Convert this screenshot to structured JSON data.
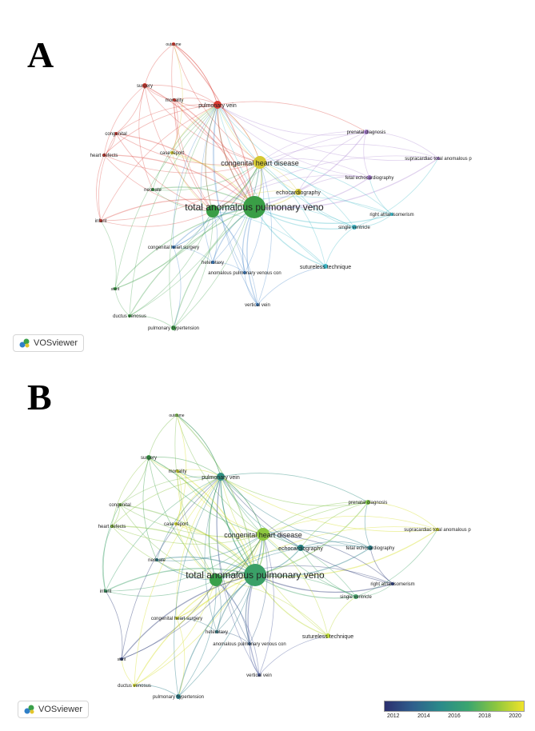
{
  "panels": [
    {
      "letter": "A",
      "logo": "VOSviewer",
      "nodes": [
        {
          "id": "tapv",
          "label": "total anomalous pulmonary veno",
          "size": 14,
          "color": "#3a9e46",
          "tcolor": "#3aa067"
        },
        {
          "id": "chd",
          "label": "congenital heart disease",
          "size": 8,
          "color": "#d4c832",
          "tcolor": "#8cc63f"
        },
        {
          "id": "pv",
          "label": "pulmonary vein",
          "size": 5,
          "color": "#d93a30",
          "tcolor": "#2f8f80"
        },
        {
          "id": "echo",
          "label": "echocardiography",
          "size": 4,
          "color": "#d4c832",
          "tcolor": "#2a8a8a"
        },
        {
          "id": "prenatal",
          "label": "prenatal diagnosis",
          "size": 3,
          "color": "#a77fcf",
          "tcolor": "#7cc443"
        },
        {
          "id": "supra",
          "label": "supracardiac total anomalous p",
          "size": 2,
          "color": "#a77fcf",
          "tcolor": "#d8df2e"
        },
        {
          "id": "fetal",
          "label": "fetal echocardiography",
          "size": 3,
          "color": "#a77fcf",
          "tcolor": "#2a7f8a"
        },
        {
          "id": "ria",
          "label": "right atrial isomerism",
          "size": 2,
          "color": "#3ab7c7",
          "tcolor": "#2f3f7a"
        },
        {
          "id": "sv",
          "label": "single ventricle",
          "size": 3,
          "color": "#3ab7c7",
          "tcolor": "#4aa86e"
        },
        {
          "id": "sutureless",
          "label": "sutureless technique",
          "size": 3,
          "color": "#3ab7c7",
          "tcolor": "#bcd93a"
        },
        {
          "id": "outcome",
          "label": "outcome",
          "size": 2,
          "color": "#d93a30",
          "tcolor": "#7fbf52"
        },
        {
          "id": "surgery",
          "label": "surgery",
          "size": 3,
          "color": "#d93a30",
          "tcolor": "#3aa04a"
        },
        {
          "id": "mortality",
          "label": "mortality",
          "size": 2,
          "color": "#d93a30",
          "tcolor": "#d8df2e"
        },
        {
          "id": "congenital",
          "label": "congenital",
          "size": 2,
          "color": "#d93a30",
          "tcolor": "#7fbf52"
        },
        {
          "id": "heartdef",
          "label": "heart defects",
          "size": 2,
          "color": "#d93a30",
          "tcolor": "#8cc63f"
        },
        {
          "id": "casereport",
          "label": "case report",
          "size": 2,
          "color": "#d4c832",
          "tcolor": "#d8df2e"
        },
        {
          "id": "neonate",
          "label": "neonate",
          "size": 2,
          "color": "#3a9e46",
          "tcolor": "#2a7f8a"
        },
        {
          "id": "infant",
          "label": "infant",
          "size": 2,
          "color": "#d93a30",
          "tcolor": "#3aa067"
        },
        {
          "id": "chs",
          "label": "congenital heart surgery",
          "size": 2,
          "color": "#3a7fc7",
          "tcolor": "#d8df2e"
        },
        {
          "id": "heterotaxy",
          "label": "heterotaxy",
          "size": 2,
          "color": "#3a7fc7",
          "tcolor": "#3a7f8a"
        },
        {
          "id": "apvc",
          "label": "anomalous pulmonary venous con",
          "size": 2,
          "color": "#3a7fc7",
          "tcolor": "#3a5f8a"
        },
        {
          "id": "stent",
          "label": "stent",
          "size": 2,
          "color": "#3a9e46",
          "tcolor": "#2f3f7a"
        },
        {
          "id": "vv",
          "label": "vertical vein",
          "size": 2,
          "color": "#3a7fc7",
          "tcolor": "#4f5fa0"
        },
        {
          "id": "dv",
          "label": "ductus venosus",
          "size": 2,
          "color": "#3a9e46",
          "tcolor": "#d8df2e"
        },
        {
          "id": "ph",
          "label": "pulmonary hypertension",
          "size": 3,
          "color": "#3a9e46",
          "tcolor": "#2a7f8a"
        },
        {
          "id": "hub2",
          "label": "",
          "size": 8,
          "color": "#3a9e46",
          "tcolor": "#3aa04a"
        }
      ]
    },
    {
      "letter": "B",
      "logo": "VOSviewer",
      "legend": {
        "ticks": [
          "2012",
          "2014",
          "2016",
          "2018",
          "2020"
        ]
      }
    }
  ]
}
